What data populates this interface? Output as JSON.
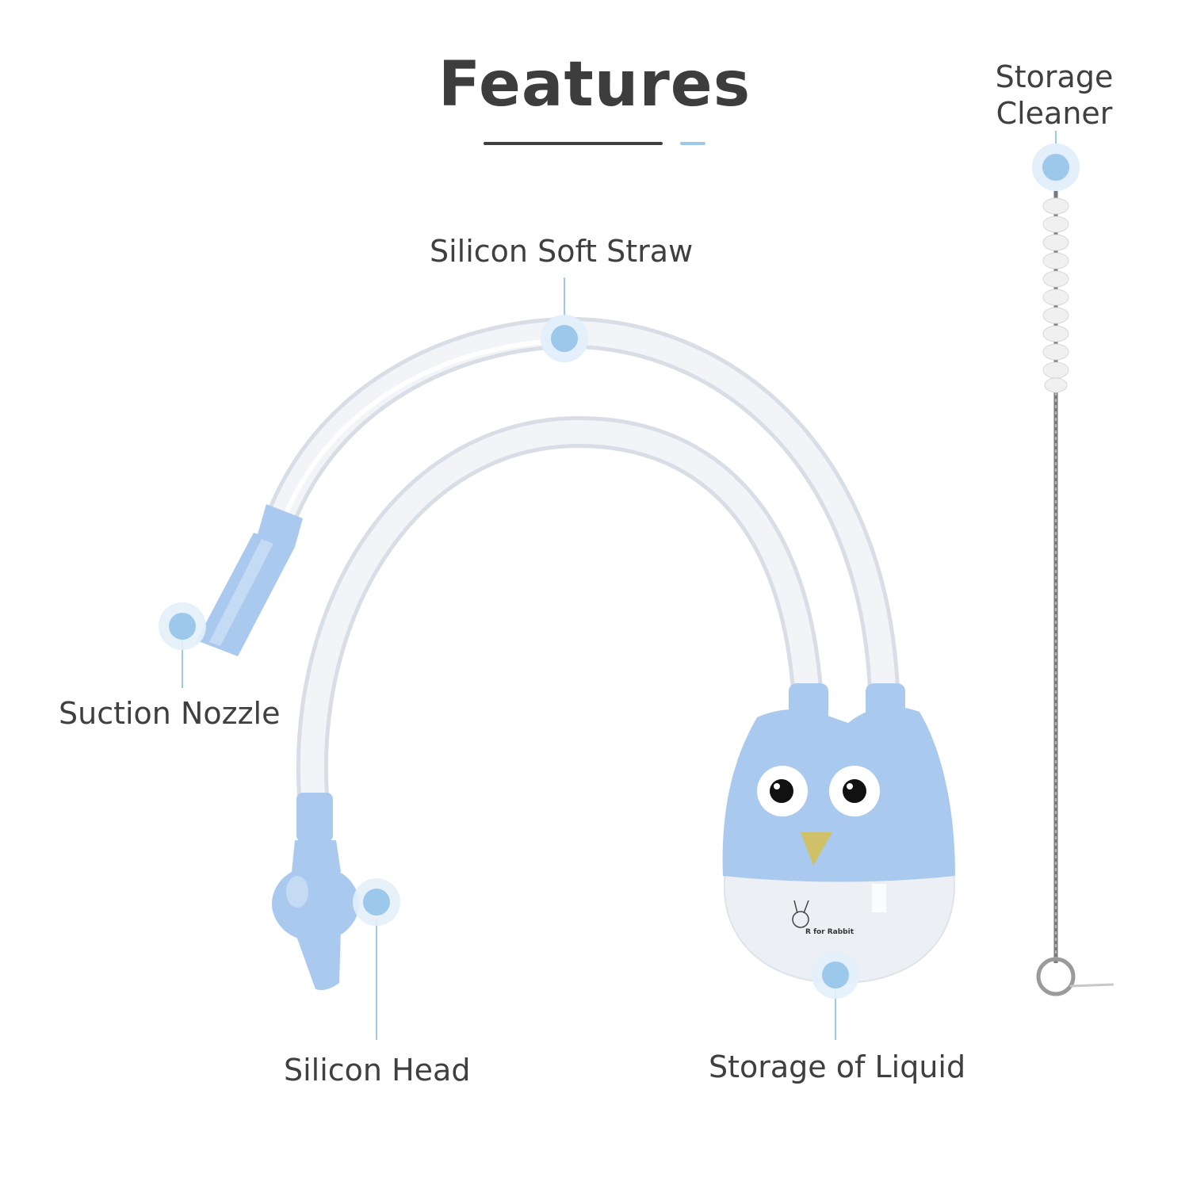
{
  "title": "Features",
  "labels": {
    "silicon_soft_straw": "Silicon Soft Straw",
    "suction_nozzle": "Suction Nozzle",
    "silicon_head": "Silicon Head",
    "storage_of_liquid": "Storage of Liquid",
    "storage_cleaner": "Storage Cleaner"
  },
  "brand": "R for Rabbit",
  "colors": {
    "text": "#3f3f3f",
    "accent_blue": "#9cc8ec",
    "product_blue": "#a9c9ee",
    "tube": "#eef1f6"
  }
}
